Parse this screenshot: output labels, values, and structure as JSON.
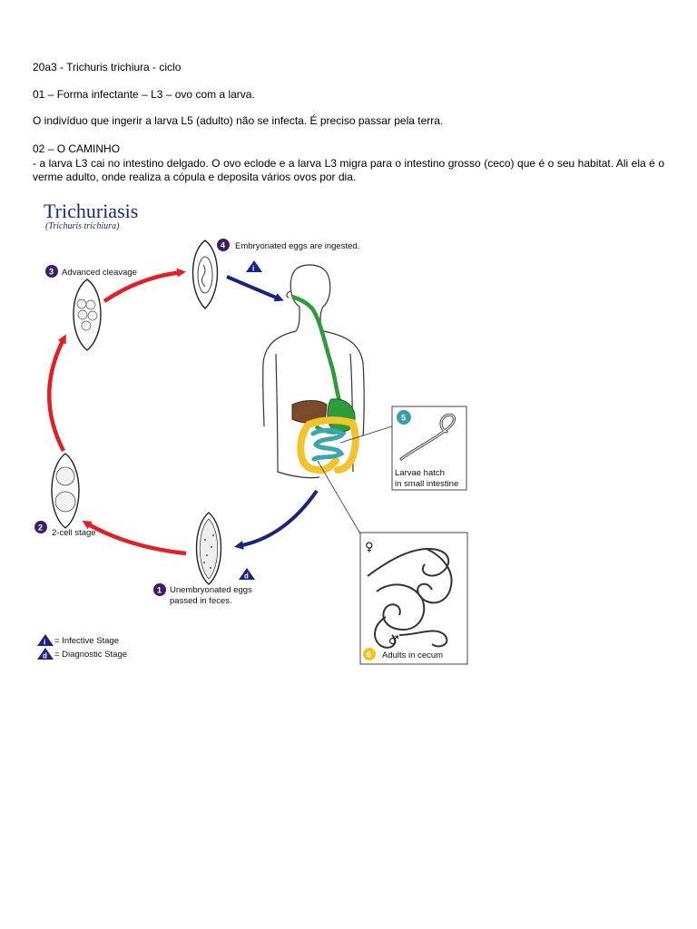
{
  "doc": {
    "title_line": "20a3 - Trichuris trichiura - ciclo",
    "line_01": "01 – Forma infectante – L3 – ovo com a larva.",
    "line_warning": "O indivíduo que ingerir a larva L5 (adulto) não se infecta. É preciso passar pela terra.",
    "line_02_heading": "02 – O CAMINHO",
    "line_02_text": "- a larva L3 cai no intestino delgado. O ovo eclode e a larva L3 migra para o intestino grosso (ceco) que é o seu habitat. Ali ela é o verme adulto, onde realiza a cópula e deposita vários ovos por dia."
  },
  "figure": {
    "title": "Trichuriasis",
    "subtitle": "(Trichuris trichiura)",
    "stages": [
      {
        "num": "1",
        "line1": "Unembryonated eggs",
        "line2": "passed in feces."
      },
      {
        "num": "2",
        "line1": "2-cell stage",
        "line2": ""
      },
      {
        "num": "3",
        "line1": "Advanced cleavage",
        "line2": ""
      },
      {
        "num": "4",
        "line1": "Embryonated eggs are ingested.",
        "line2": ""
      },
      {
        "num": "5",
        "line1": "Larvae hatch",
        "line2": "in small intestine"
      },
      {
        "num": "6",
        "line1": "Adults in cecum",
        "line2": ""
      }
    ],
    "markers": {
      "infective": "i",
      "diagnostic": "d"
    },
    "legend": {
      "infective": "= Infective Stage",
      "diagnostic": "= Diagnostic Stage"
    },
    "sex_symbols": {
      "female": "♀",
      "male": "♂"
    },
    "colors": {
      "red_arrow": "#e31e24",
      "blue_arrow": "#1a237e",
      "badge": "#3b1f63",
      "badge_larva": "#3a9ea5",
      "badge_adult": "#f3c516",
      "esophagus": "#2e9c3a",
      "large_intestine": "#f1c32c",
      "small_intestine": "#3aa7ae",
      "liver": "#7a4a2a"
    }
  }
}
